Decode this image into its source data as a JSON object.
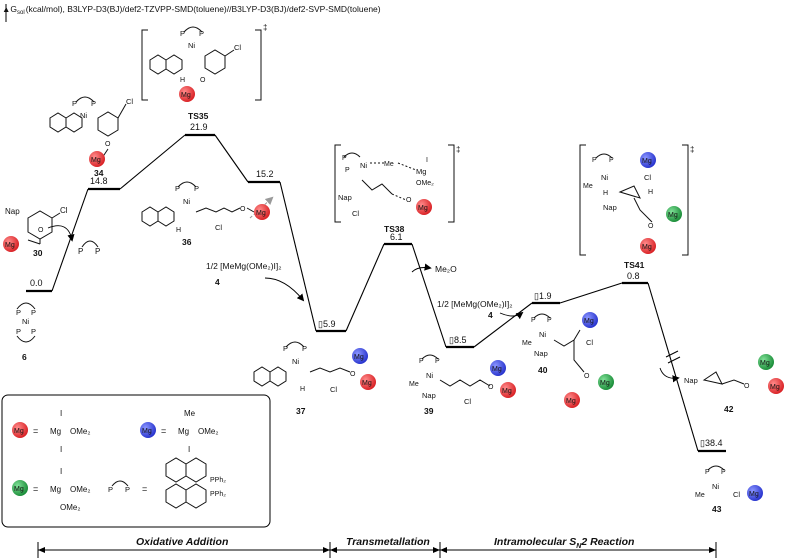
{
  "header": {
    "axis_label": "▲G",
    "axis_sub": "sol",
    "method": "(kcal/mol), B3LYP-D3(BJ)/def2-TZVPP-SMD(toluene)//B3LYP-D3(BJ)/def2-SVP-SMD(toluene)"
  },
  "states": {
    "s30": {
      "energy": "0.0",
      "label": "30"
    },
    "s6": {
      "label": "6"
    },
    "s34": {
      "energy": "14.8",
      "label": "34"
    },
    "ts35": {
      "energy": "21.9",
      "label": "TS35"
    },
    "s36": {
      "energy": "15.2",
      "label": "36"
    },
    "s37": {
      "energy": "▯5.9",
      "label": "37"
    },
    "ts38": {
      "energy": "6.1",
      "label": "TS38"
    },
    "s39": {
      "energy": "▯8.5",
      "label": "39"
    },
    "s40": {
      "energy": "▯1.9",
      "label": "40"
    },
    "ts41": {
      "energy": "0.8",
      "label": "TS41"
    },
    "s42": {
      "label": "42"
    },
    "s43": {
      "energy": "▯38.4",
      "label": "43"
    }
  },
  "reagents": {
    "add1": "1/2 [MeMg(OMe₂)I]₂",
    "add1_num": "4",
    "loss": "Me₂O",
    "add2": "1/2 [MeMg(OMe₂)I]₂",
    "add2_num": "4"
  },
  "fragments": {
    "mg": "Mg",
    "ni": "Ni",
    "p": "P",
    "cl": "Cl",
    "o": "O",
    "h": "H",
    "i": "I",
    "me": "Me",
    "nap": "Nap",
    "ome2": "OMe₂",
    "pph2": "PPh₂",
    "dagger": "‡"
  },
  "legend": {
    "red_ligands": [
      "I",
      "OMe₂",
      "I"
    ],
    "blue_ligands": [
      "Me",
      "OMe₂",
      "I"
    ],
    "green_ligands": [
      "I",
      "OMe₂",
      "OMe₂"
    ],
    "eq": "="
  },
  "stages": [
    {
      "label": "Oxidative Addition"
    },
    {
      "label": "Transmetallation"
    },
    {
      "label": "Intramolecular S",
      "sub": "N",
      "rest": "2 Reaction"
    }
  ],
  "colors": {
    "red": "#e0262a",
    "blue": "#2a37d8",
    "green": "#1f9a3e"
  }
}
